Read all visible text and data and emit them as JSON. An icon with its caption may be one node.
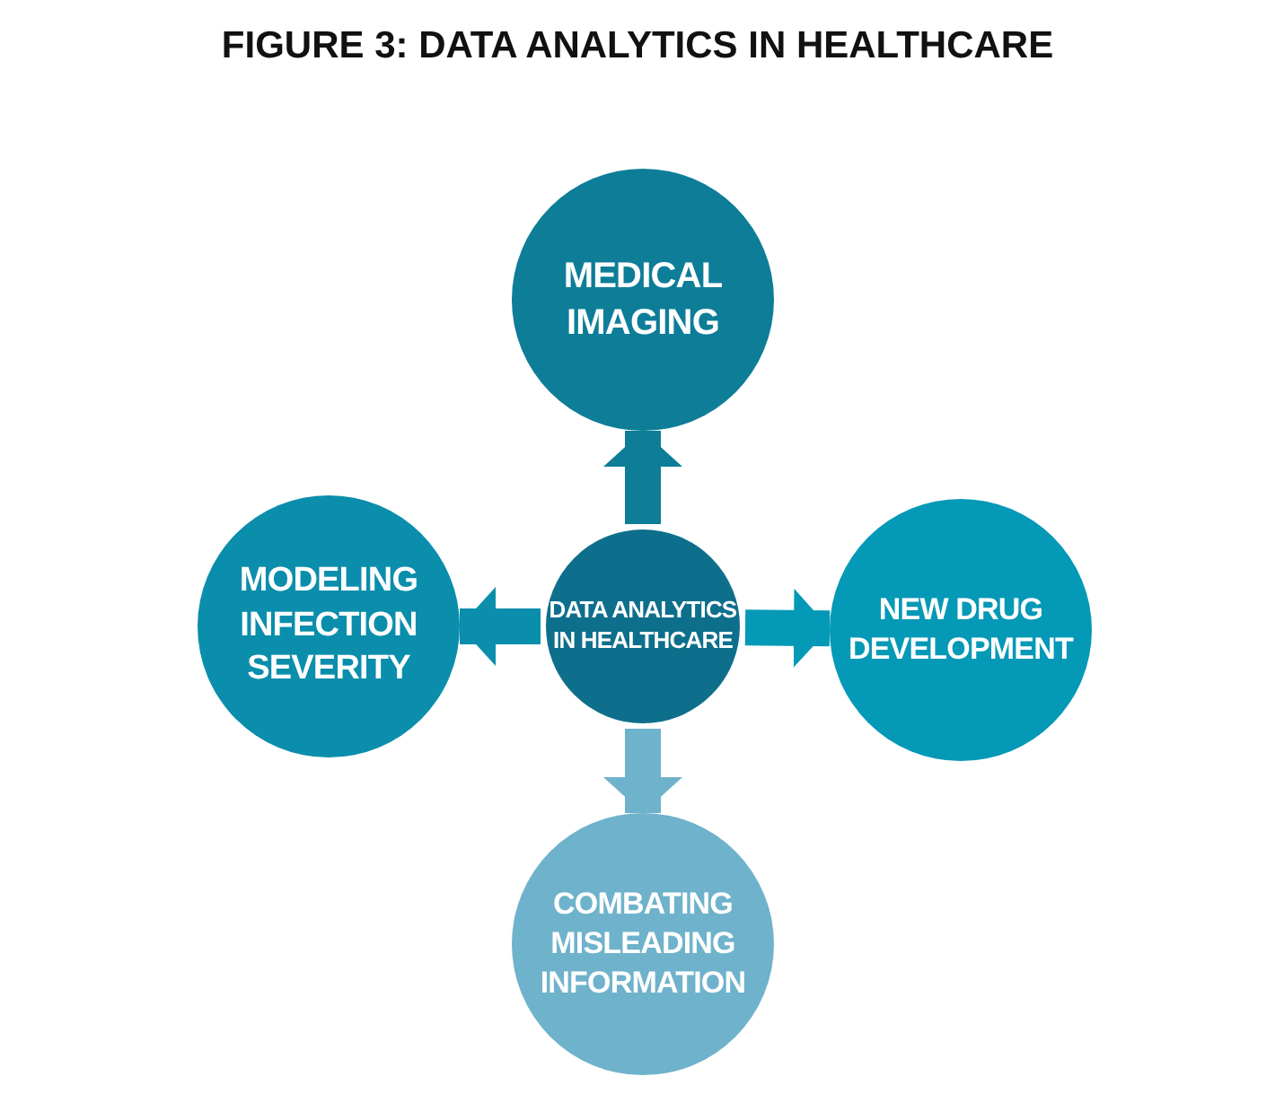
{
  "diagram": {
    "title": "FIGURE 3: DATA ANALYTICS IN HEALTHCARE",
    "nodes": [
      {
        "text": [
          "MEDICAL IMAGING"
        ]
      },
      {
        "text": [
          "MODELING INFECTION SEVERITY"
        ]
      },
      {
        "text": [
          "DATA ANALYTICS IN HEALTHCARE"
        ]
      },
      {
        "text": [
          "NEW DRUG DEVELOPMENT"
        ]
      },
      {
        "text": [
          "COMBATING MISLEADING INFORMATION"
        ]
      }
    ],
    "edges": [
      {
        "from": 2,
        "to": 0,
        "arrow": "to",
        "color": "#0d7d98"
      },
      {
        "from": 2,
        "to": 1,
        "arrow": "to",
        "color": "#0a8eab"
      },
      {
        "from": 2,
        "to": 3,
        "arrow": "to",
        "color": "#0499b6"
      },
      {
        "from": 2,
        "to": 4,
        "arrow": "to",
        "color": "#6fb2cb"
      }
    ]
  }
}
